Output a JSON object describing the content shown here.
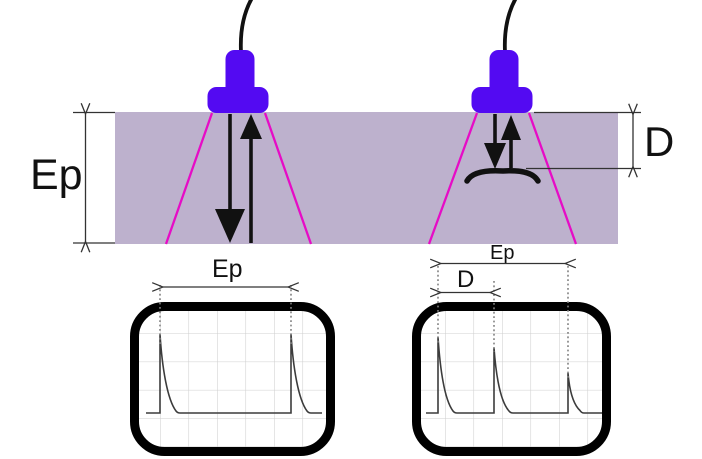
{
  "figure": {
    "labels": {
      "slab_thickness": "Ep",
      "defect_depth": "D",
      "left_scope_spacing": "Ep",
      "right_scope_full_spacing": "Ep",
      "right_scope_defect_spacing": "D"
    },
    "colors": {
      "probe": "#530af2",
      "slab": "#bdb1cd",
      "beam": "#e60cc6",
      "grid": "#cfcfcf",
      "trace": "#3c3c3c",
      "dimension": "#333333",
      "scope_border": "#000000",
      "background": "#ffffff"
    }
  }
}
